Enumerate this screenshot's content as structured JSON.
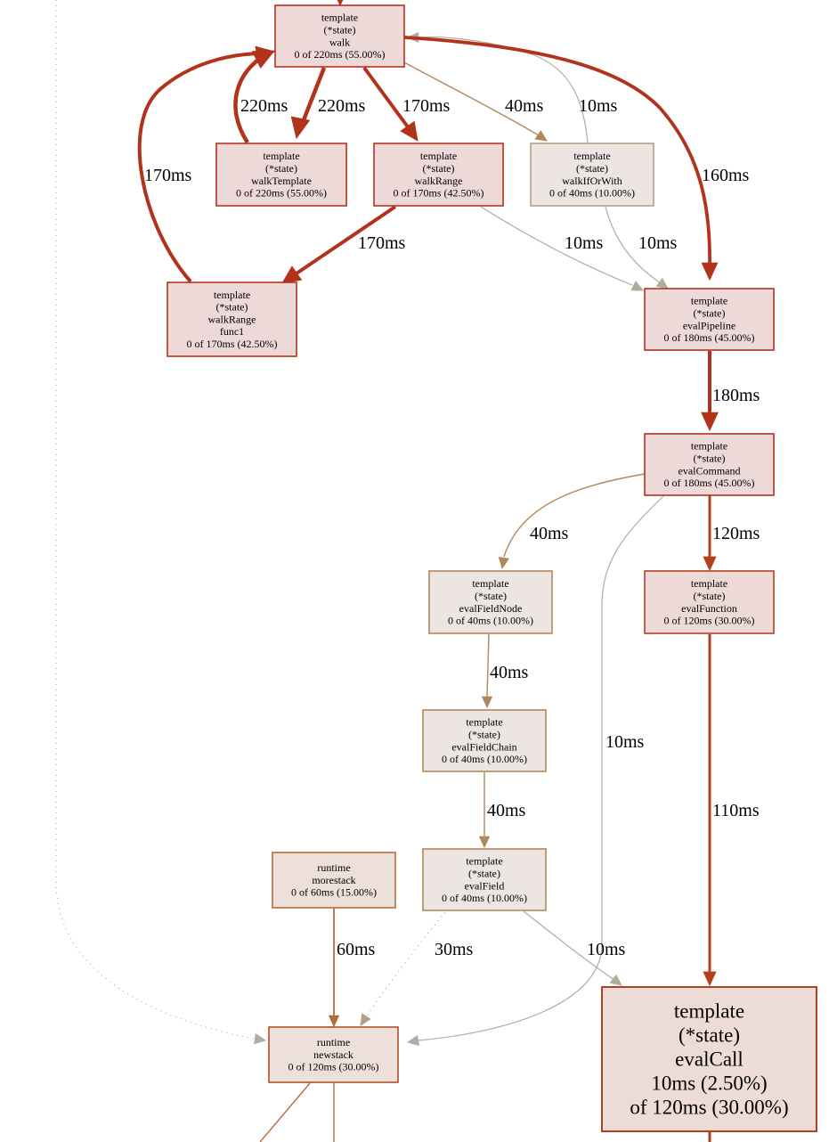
{
  "graph": {
    "nodes": [
      {
        "id": "walk",
        "lines": [
          "template",
          "(*state)",
          "walk",
          "0 of 220ms (55.00%)"
        ],
        "fill": "#edd9d7",
        "stroke": "#b2321c"
      },
      {
        "id": "walkTemplate",
        "lines": [
          "template",
          "(*state)",
          "walkTemplate",
          "0 of 220ms (55.00%)"
        ],
        "fill": "#edd9d7",
        "stroke": "#b2321c"
      },
      {
        "id": "walkRange",
        "lines": [
          "template",
          "(*state)",
          "walkRange",
          "0 of 170ms (42.50%)"
        ],
        "fill": "#edd9d7",
        "stroke": "#b2321c"
      },
      {
        "id": "walkIfOrWith",
        "lines": [
          "template",
          "(*state)",
          "walkIfOrWith",
          "0 of 40ms (10.00%)"
        ],
        "fill": "#ede5e1",
        "stroke": "#b29e8a"
      },
      {
        "id": "walkRangeFunc1",
        "lines": [
          "template",
          "(*state)",
          "walkRange",
          "func1",
          "0 of 170ms (42.50%)"
        ],
        "fill": "#edd9d7",
        "stroke": "#b2321c"
      },
      {
        "id": "evalPipeline",
        "lines": [
          "template",
          "(*state)",
          "evalPipeline",
          "0 of 180ms (45.00%)"
        ],
        "fill": "#edd9d7",
        "stroke": "#b2321c"
      },
      {
        "id": "evalCommand",
        "lines": [
          "template",
          "(*state)",
          "evalCommand",
          "0 of 180ms (45.00%)"
        ],
        "fill": "#edd9d7",
        "stroke": "#b2321c"
      },
      {
        "id": "evalFieldNode",
        "lines": [
          "template",
          "(*state)",
          "evalFieldNode",
          "0 of 40ms (10.00%)"
        ],
        "fill": "#ede5e1",
        "stroke": "#b2875d"
      },
      {
        "id": "evalFunction",
        "lines": [
          "template",
          "(*state)",
          "evalFunction",
          "0 of 120ms (30.00%)"
        ],
        "fill": "#eddad6",
        "stroke": "#b2401f"
      },
      {
        "id": "evalFieldChain",
        "lines": [
          "template",
          "(*state)",
          "evalFieldChain",
          "0 of 40ms (10.00%)"
        ],
        "fill": "#ede5e1",
        "stroke": "#b2875d"
      },
      {
        "id": "morestack",
        "lines": [
          "runtime",
          "morestack",
          "0 of 60ms (15.00%)"
        ],
        "fill": "#ede0db",
        "stroke": "#b26c3c"
      },
      {
        "id": "evalField",
        "lines": [
          "template",
          "(*state)",
          "evalField",
          "0 of 40ms (10.00%)"
        ],
        "fill": "#ede5e1",
        "stroke": "#b2875d"
      },
      {
        "id": "newstack",
        "lines": [
          "runtime",
          "newstack",
          "0 of 120ms (30.00%)"
        ],
        "fill": "#ede0db",
        "stroke": "#b24e22"
      },
      {
        "id": "evalCall",
        "lines": [
          "template",
          "(*state)",
          "evalCall",
          "10ms (2.50%)",
          "of 120ms (30.00%)"
        ],
        "fill": "#eddcd5",
        "stroke": "#b2401f",
        "big": true
      }
    ],
    "edges": [
      {
        "id": "e-walk-walkTemplate",
        "label": "220ms",
        "color": "#b2321c",
        "weight": 4.5
      },
      {
        "id": "e-walkTemplate-walk",
        "label": "220ms",
        "color": "#b2321c",
        "weight": 4.5
      },
      {
        "id": "e-walk-walkRange",
        "label": "170ms",
        "color": "#b2321c",
        "weight": 4
      },
      {
        "id": "e-walk-walkIfOrWith",
        "label": "40ms",
        "color": "#b2875d",
        "weight": 1.4
      },
      {
        "id": "e-walkIfOrWith-walk",
        "label": "10ms",
        "color": "#b2ab9e",
        "weight": 1.2
      },
      {
        "id": "e-walk-evalPipeline",
        "label": "160ms",
        "color": "#b2321c",
        "weight": 3.8
      },
      {
        "id": "e-func1-walk",
        "label": "170ms",
        "color": "#b2321c",
        "weight": 4
      },
      {
        "id": "e-walkRange-func1",
        "label": "170ms",
        "color": "#b2321c",
        "weight": 4
      },
      {
        "id": "e-walkRange-evalPipeline",
        "label": "10ms",
        "color": "#b2ab9e",
        "weight": 1.2
      },
      {
        "id": "e-walkIfOrWith-evalPipeline",
        "label": "10ms",
        "color": "#b2ab9e",
        "weight": 1.2
      },
      {
        "id": "e-evalPipeline-evalCommand",
        "label": "180ms",
        "color": "#b2321c",
        "weight": 4
      },
      {
        "id": "e-evalCommand-evalFieldNode",
        "label": "40ms",
        "color": "#b2875d",
        "weight": 1.4
      },
      {
        "id": "e-evalCommand-evalFunction",
        "label": "120ms",
        "color": "#b2401f",
        "weight": 3
      },
      {
        "id": "e-evalCommand-newstack",
        "label": "10ms",
        "color": "#b2ab9e",
        "weight": 1.2
      },
      {
        "id": "e-evalFieldNode-evalFieldChain",
        "label": "40ms",
        "color": "#b2875d",
        "weight": 1.4
      },
      {
        "id": "e-evalFieldChain-evalField",
        "label": "40ms",
        "color": "#b2875d",
        "weight": 1.4
      },
      {
        "id": "e-evalFunction-evalCall",
        "label": "110ms",
        "color": "#b2401f",
        "weight": 3
      },
      {
        "id": "e-morestack-newstack",
        "label": "60ms",
        "color": "#b26c3c",
        "weight": 1.8
      },
      {
        "id": "e-evalField-newstack",
        "label": "30ms",
        "color": "#b29e8a",
        "weight": 1.2,
        "dotted": true
      },
      {
        "id": "e-evalField-evalCall",
        "label": "10ms",
        "color": "#b2ab9e",
        "weight": 1.2
      },
      {
        "id": "e-offscreen-newstack",
        "label": "",
        "color": "#b2ab9e",
        "weight": 1.2,
        "dotted": true
      },
      {
        "id": "e-top-walk",
        "label": "",
        "color": "#b2321c",
        "weight": 2
      },
      {
        "id": "e-newstack-down1",
        "label": "",
        "color": "#b26c3c",
        "weight": 1.4
      },
      {
        "id": "e-newstack-down2",
        "label": "",
        "color": "#b26c3c",
        "weight": 1.4
      },
      {
        "id": "e-evalCall-down",
        "label": "",
        "color": "#b2401f",
        "weight": 3
      }
    ]
  }
}
